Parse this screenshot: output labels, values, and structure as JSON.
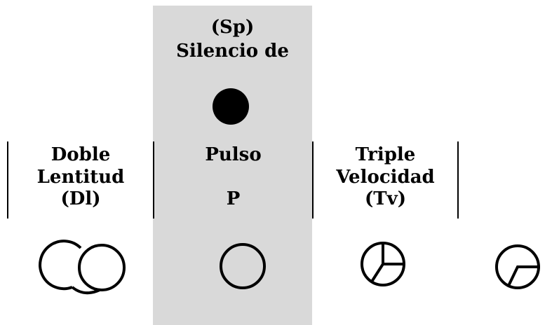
{
  "top_cell": {
    "line1": "(Sp)",
    "line2": "Silencio de"
  },
  "row": [
    {
      "label": "Doble\nLentitud\n(Dl)"
    },
    {
      "label": "Pulso\n\nP"
    },
    {
      "label": "Triple\nVelocidad\n(Tv)"
    },
    {
      "label": ""
    }
  ],
  "colors": {
    "panel": "#d9d9d9",
    "ink": "#000000",
    "background": "#ffffff"
  }
}
